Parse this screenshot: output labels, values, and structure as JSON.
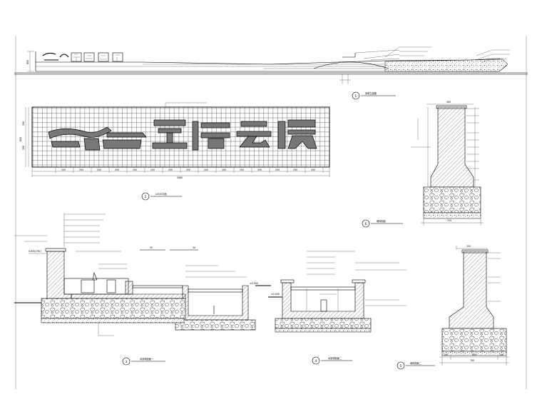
{
  "logo": {
    "text": "空港云璟",
    "note": "Logo lettering (Chinese characters) drawn as a picture"
  },
  "dims": {
    "elev_height": "600",
    "plan_top": "200",
    "plan_mid": "200",
    "plan_side": "600",
    "plan_seg": "200",
    "plan_total": "3480",
    "section_width": "720",
    "section2_width": "700",
    "sec1_top": "300",
    "sec2_top": "250",
    "level_a": "0.650(790)",
    "level_b": "±0.000",
    "level_c": "±0.000",
    "arrow_a": "30",
    "arrow_b": "30",
    "seg_left": "100",
    "seg_right": "100",
    "seg_mid": "500"
  },
  "titles": {
    "t1": "景墙立面图",
    "t2": "LOGO平面",
    "t3": "水景墙剖面一",
    "t4": "水景墙剖面二",
    "t5": "墙体剖面二",
    "t6": "墙体剖面"
  },
  "circles": {
    "c1": "1",
    "c2": "2",
    "c3": "3",
    "c4": "4",
    "c5": "5",
    "c6": "6"
  }
}
